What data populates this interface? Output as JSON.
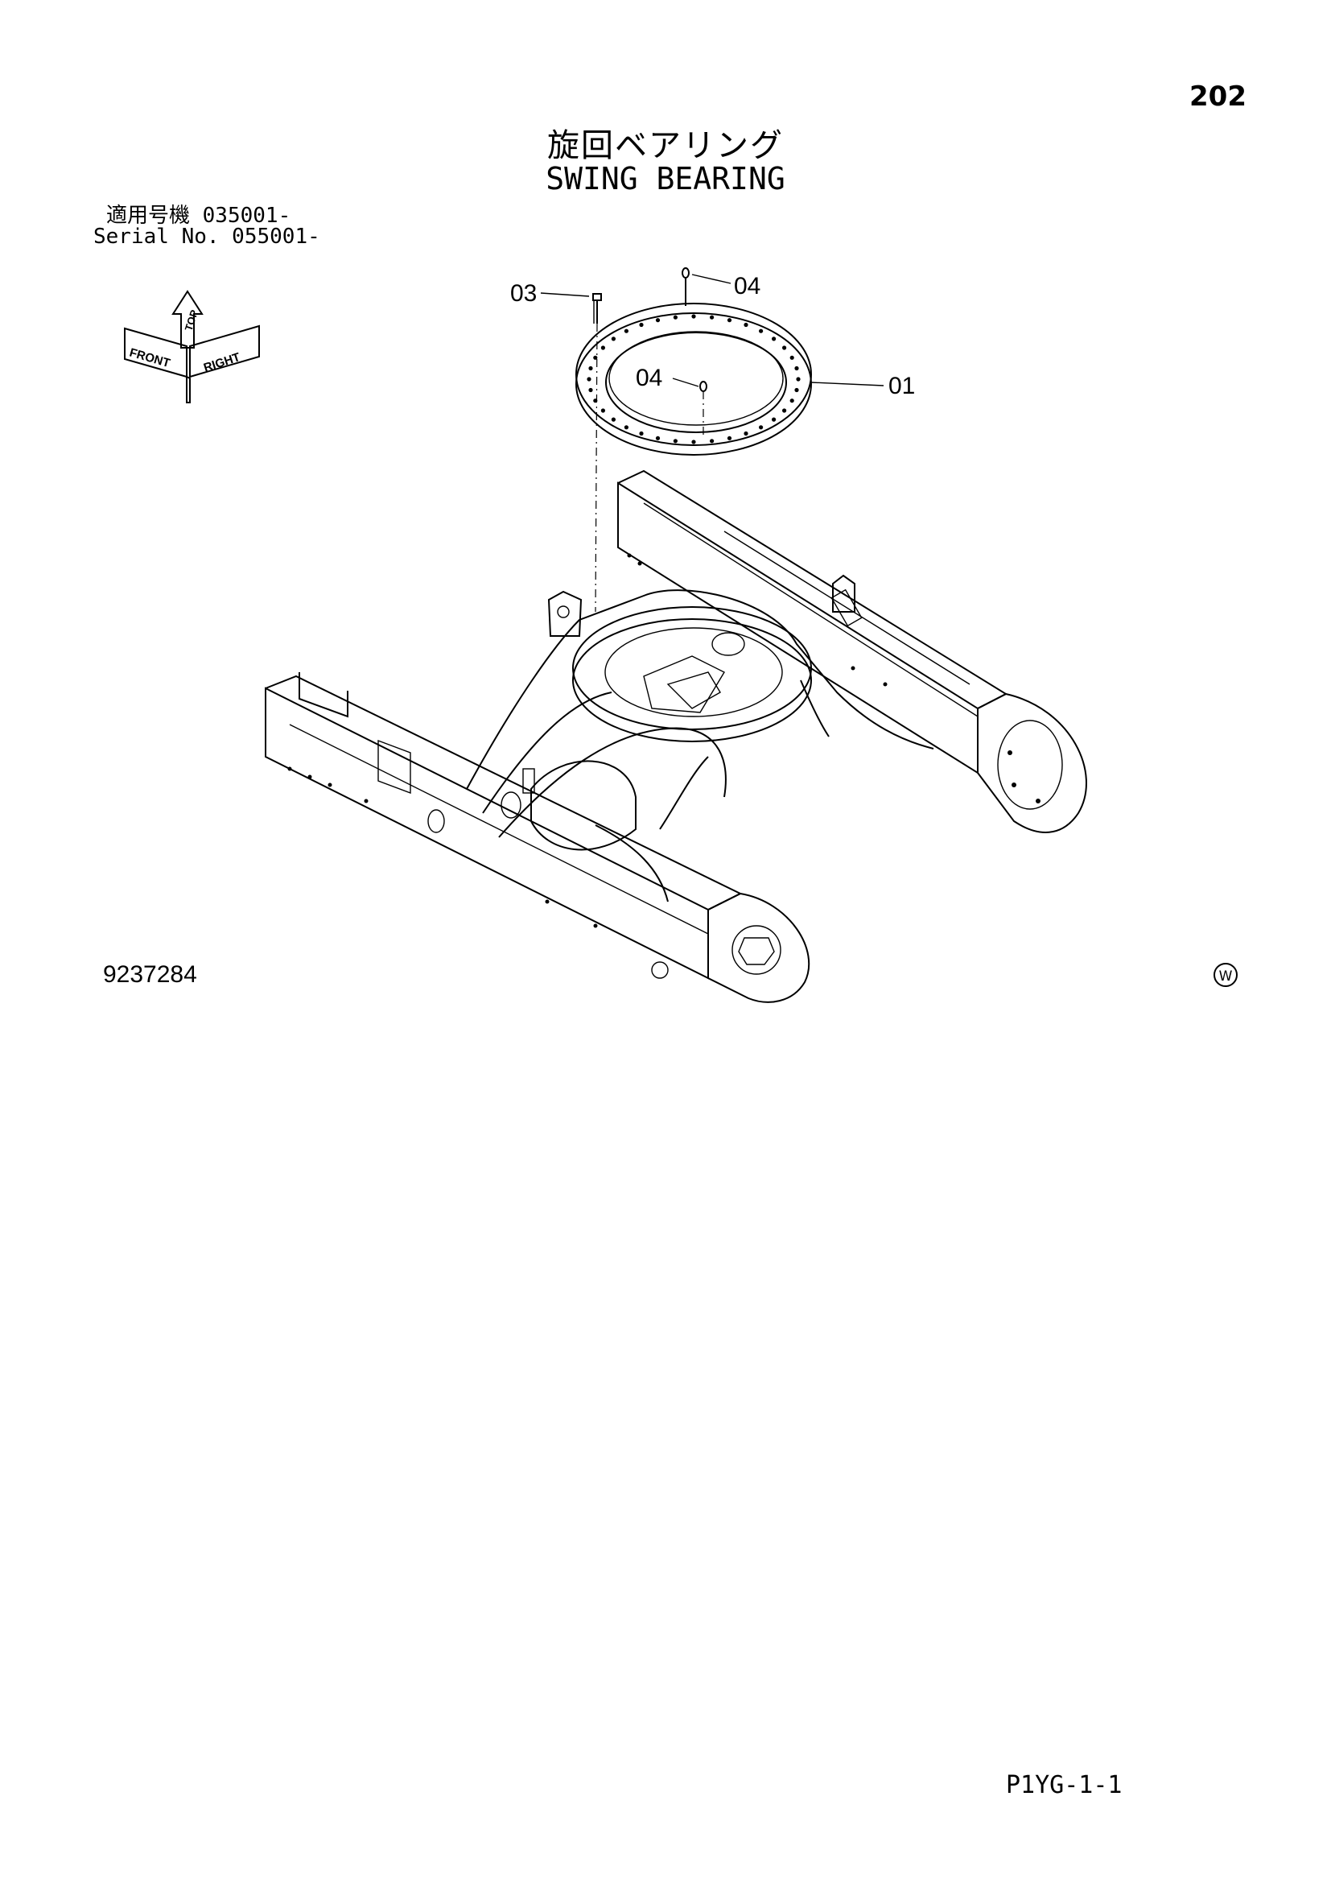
{
  "page_number": "202",
  "title_jp": "旋回ベアリング",
  "title_en": "SWING BEARING",
  "serial_jp": "適用号機  035001-",
  "serial_en": "Serial No. 055001-",
  "orientation_labels": {
    "front": "FRONT",
    "top": "TOP",
    "right": "RIGHT"
  },
  "callouts": {
    "c03": "03",
    "c04_top": "04",
    "c04_inner": "04",
    "c01": "01"
  },
  "drawing_number": "9237284",
  "watermark": "W",
  "footer_code": "P1YG-1-1"
}
